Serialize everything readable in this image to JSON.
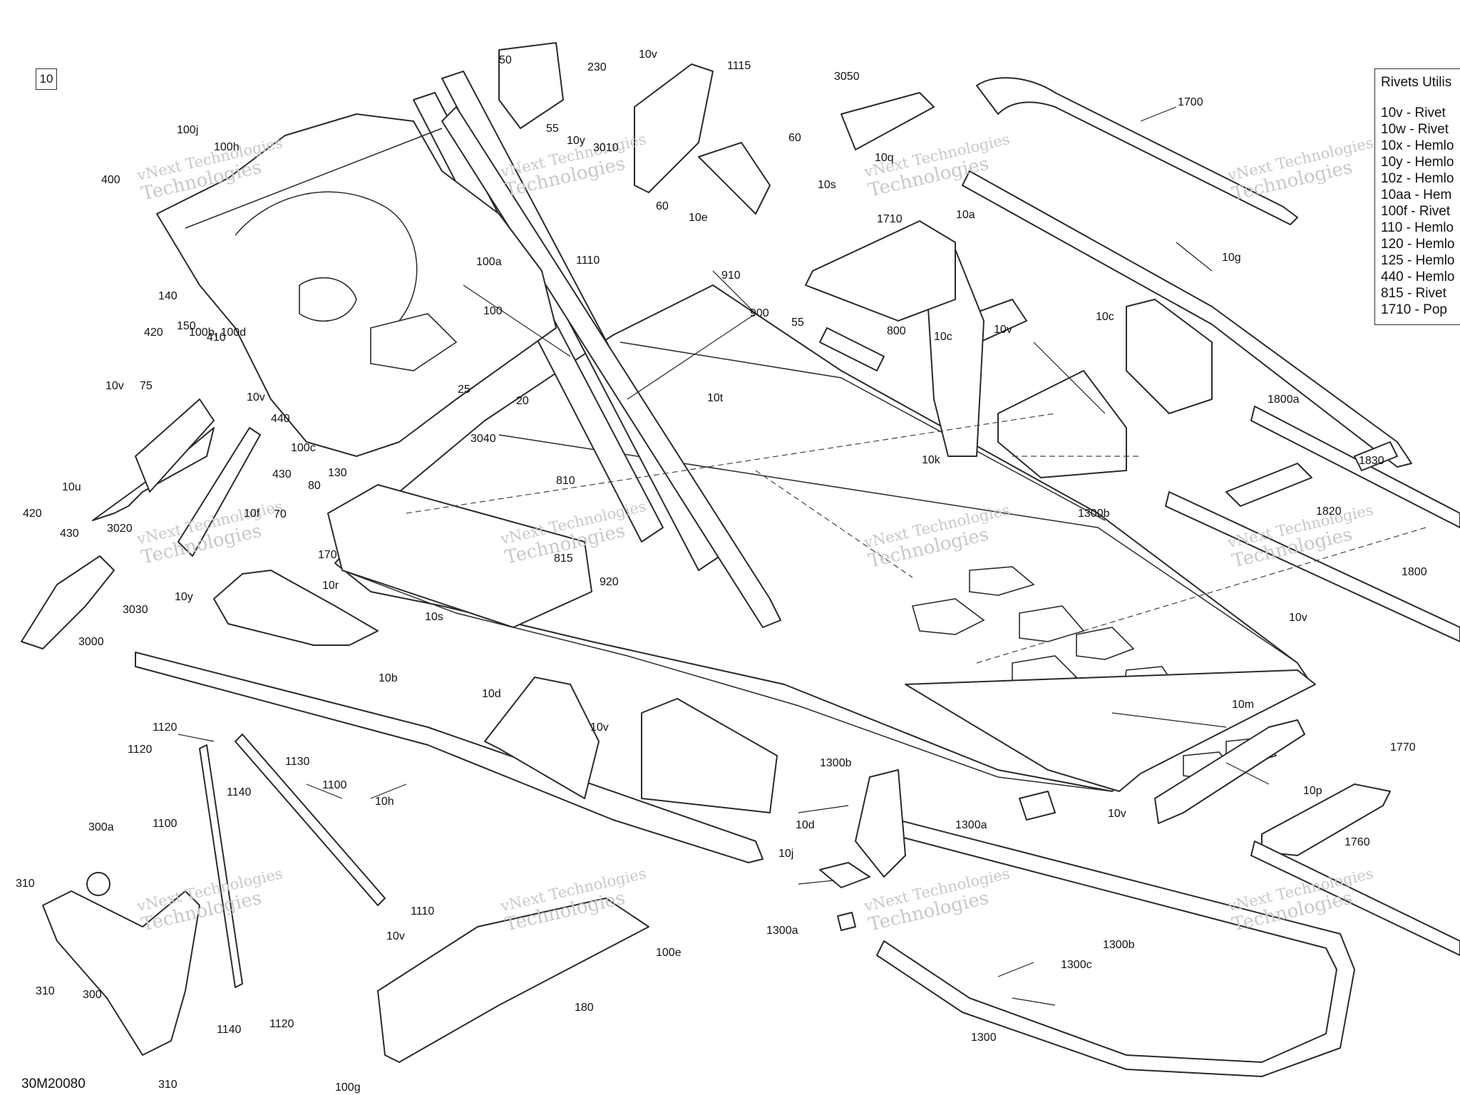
{
  "figure_number": "10",
  "drawing_number": "30M20080",
  "watermark": {
    "line1": "vNext Technologies",
    "line2": "Technologies"
  },
  "legend": {
    "title": "Rivets Utilis",
    "items": [
      "10v - Rivet",
      "10w - Rivet",
      "10x - Hemlo",
      "10y - Hemlo",
      "10z - Hemlo",
      "10aa - Hem",
      "100f - Rivet",
      "110 - Hemlo",
      "120 - Hemlo",
      "125 - Hemlo",
      "440 - Hemlo",
      "815 - Rivet",
      "1710 - Pop"
    ]
  },
  "callouts": [
    "50",
    "10v",
    "230",
    "1115",
    "3050",
    "1700",
    "100j",
    "100h",
    "400",
    "55",
    "60",
    "10q",
    "10y",
    "3010",
    "1710",
    "10s",
    "10e",
    "60",
    "10a",
    "10g",
    "1110",
    "100a",
    "910",
    "140",
    "150",
    "410",
    "100",
    "900",
    "55",
    "800",
    "10c",
    "10v",
    "10c",
    "420",
    "100b, 100d",
    "10v",
    "75",
    "10v",
    "440",
    "25",
    "20",
    "10t",
    "10k",
    "1800a",
    "1830",
    "3040",
    "100c",
    "430",
    "130",
    "80",
    "10u",
    "10f",
    "1300b",
    "1820",
    "810",
    "70",
    "420",
    "430",
    "3020",
    "815",
    "920",
    "170",
    "10r",
    "1800",
    "3030",
    "10y",
    "10s",
    "10v",
    "3000",
    "10b",
    "10d",
    "10m",
    "10v",
    "1120",
    "1120",
    "1130",
    "1300b",
    "1770",
    "10p",
    "1140",
    "1100",
    "10h",
    "10d",
    "1300a",
    "10v",
    "1760",
    "300a",
    "1100",
    "10j",
    "310",
    "1110",
    "1300a",
    "100e",
    "10v",
    "1300b",
    "1300c",
    "310",
    "300",
    "180",
    "1140",
    "1120",
    "1300",
    "310",
    "100g"
  ]
}
